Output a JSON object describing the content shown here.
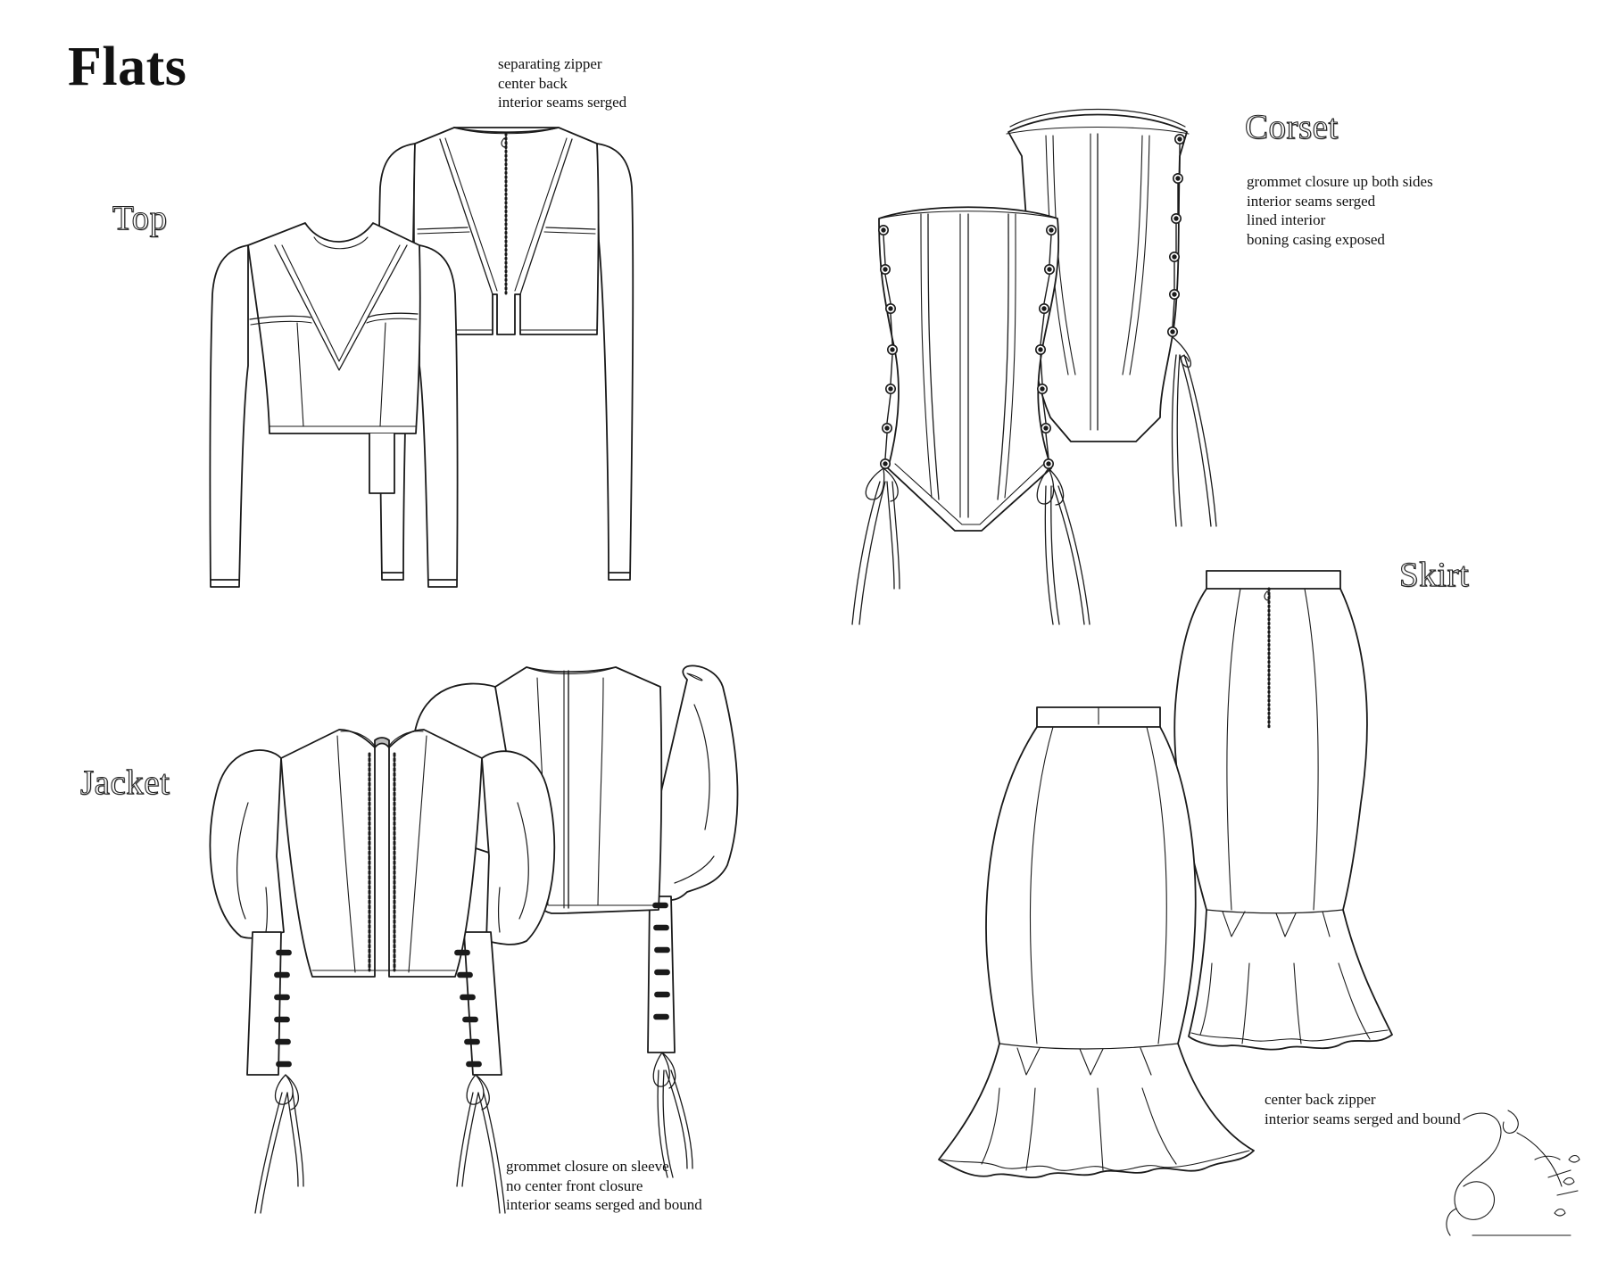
{
  "page_title": "Flats",
  "sections": {
    "top": {
      "title": "Top",
      "notes": [
        "separating zipper",
        "center back",
        "interior seams serged"
      ]
    },
    "corset": {
      "title": "Corset",
      "notes": [
        "grommet closure up both sides",
        "interior seams serged",
        "lined interior",
        "boning casing exposed"
      ]
    },
    "jacket": {
      "title": "Jacket",
      "notes": [
        "grommet closure on sleeve",
        "no center front closure",
        "interior seams serged and bound"
      ]
    },
    "skirt": {
      "title": "Skirt",
      "notes": [
        "center back zipper",
        "interior seams serged and bound"
      ]
    }
  },
  "colors": {
    "line": "#1a1a1a",
    "facing_fill": "#bdbdbd",
    "paper": "#ffffff"
  },
  "icons": [
    "snake-monogram-icon"
  ]
}
